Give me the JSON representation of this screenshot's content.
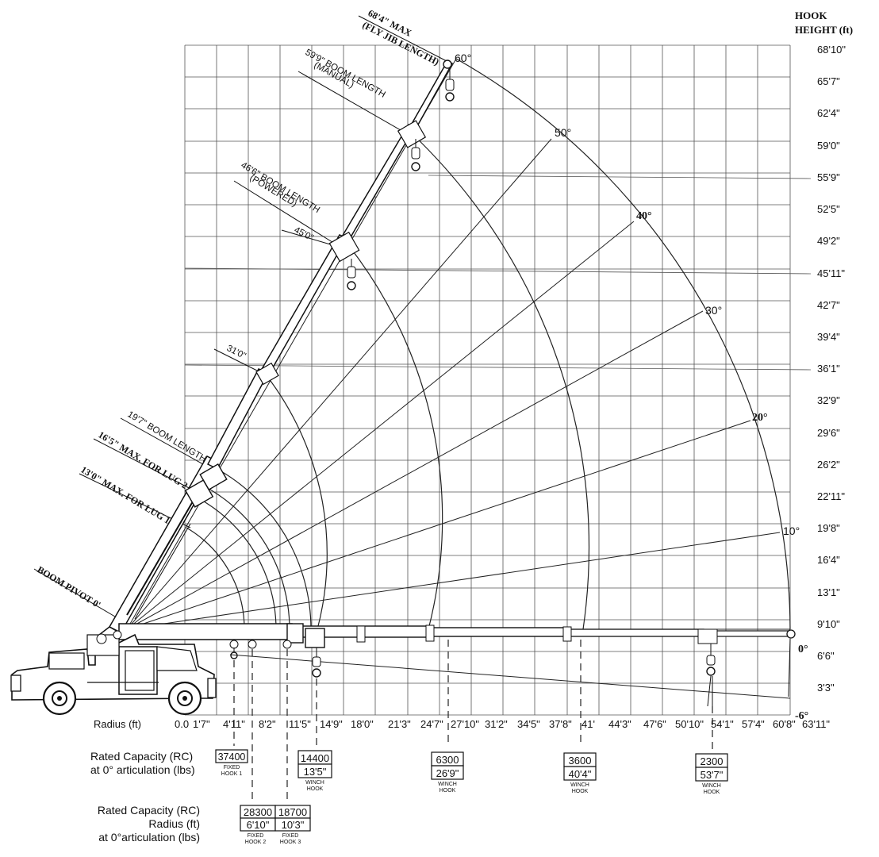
{
  "header": {
    "line1": "HOOK",
    "line2": "HEIGHT (ft)"
  },
  "height_labels": [
    "68'10\"",
    "65'7\"",
    "62'4\"",
    "59'0\"",
    "55'9\"",
    "52'5\"",
    "49'2\"",
    "45'11\"",
    "42'7\"",
    "39'4\"",
    "36'1\"",
    "32'9\"",
    "29'6\"",
    "26'2\"",
    "22'11\"",
    "19'8\"",
    "16'4\"",
    "13'1\"",
    "9'10\"",
    "6'6\"",
    "3'3\""
  ],
  "radius_title": "Radius (ft)",
  "radius_labels": [
    "0.0",
    "1'7\"",
    "4'11\"",
    "8'2\"",
    "11'5\"",
    "14'9\"",
    "18'0\"",
    "21'3\"",
    "24'7\"",
    "27'10\"",
    "31'2\"",
    "34'5\"",
    "37'8\"",
    "41'",
    "44'3\"",
    "47'6\"",
    "50'10\"",
    "54'1\"",
    "57'4\"",
    "60'8\"",
    "63'11\""
  ],
  "angles": {
    "a60": "60°",
    "a50": "50°",
    "a40": "40°",
    "a30": "30°",
    "a20": "20°",
    "a10": "10°",
    "a0": "0°",
    "am6": "-6°"
  },
  "annotations": {
    "fly_jib_1": "68'4\" MAX",
    "fly_jib_2": "(FLY JIB LENGTH)",
    "boom_manual_1": "59'9\" BOOM LENGTH",
    "boom_manual_2": "(MANUAL)",
    "boom_powered_1": "46'6\" BOOM LENGTH",
    "boom_powered_2": "(POWERED)",
    "arc_45": "45'0\"",
    "arc_31": "31'0\"",
    "boom_19": "19'7\" BOOM LENGTH",
    "lug2": "16'5\" MAX. FOR LUG 2",
    "lug1": "13'0\" MAX. FOR LUG 1",
    "pivot": "BOOM PIVOT 0'"
  },
  "capacity": {
    "label_a_1": "Rated Capacity (RC)",
    "label_a_2": "at 0° articulation (lbs)",
    "label_b_1": "Rated Capacity (RC)",
    "label_b_2": "Radius (ft)",
    "label_b_3": "at 0°articulation (lbs)",
    "boxes": [
      {
        "capacity": "37400",
        "radius": "",
        "note_1": "FIXED",
        "note_2": "HOOK 1"
      },
      {
        "capacity": "14400",
        "radius": "13'5\"",
        "note_1": "WINCH",
        "note_2": "HOOK"
      },
      {
        "capacity": "6300",
        "radius": "26'9\"",
        "note_1": "WINCH",
        "note_2": "HOOK"
      },
      {
        "capacity": "3600",
        "radius": "40'4\"",
        "note_1": "WINCH",
        "note_2": "HOOK"
      },
      {
        "capacity": "2300",
        "radius": "53'7\"",
        "note_1": "WINCH",
        "note_2": "HOOK"
      },
      {
        "capacity": "28300",
        "radius": "6'10\"",
        "note_1": "FIXED",
        "note_2": "HOOK 2"
      },
      {
        "capacity": "18700",
        "radius": "10'3\"",
        "note_1": "FIXED",
        "note_2": "HOOK 3"
      }
    ]
  }
}
